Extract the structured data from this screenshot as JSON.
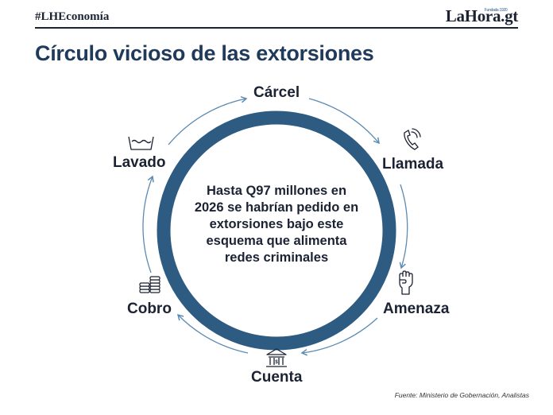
{
  "header": {
    "hashtag": "#LHEconomía",
    "logo": {
      "text_a": "LaH",
      "text_b": "ra.gt",
      "tagline": "Fundada 1920"
    }
  },
  "title": "Círculo vicioso de las extorsiones",
  "center_text": "Hasta Q97 millones en 2026 se habrían pedido en extorsiones bajo este esquema que alimenta redes criminales",
  "nodes": {
    "carcel": {
      "label": "Cárcel"
    },
    "llamada": {
      "label": "Llamada",
      "icon": "phone-icon"
    },
    "amenaza": {
      "label": "Amenaza",
      "icon": "fist-icon"
    },
    "cuenta": {
      "label": "Cuenta",
      "icon": "bank-icon"
    },
    "cobro": {
      "label": "Cobro",
      "icon": "coins-icon"
    },
    "lavado": {
      "label": "Lavado",
      "icon": "washing-basin-icon"
    }
  },
  "source": "Fuente: Ministerio de Gobernación, Analistas",
  "colors": {
    "ring": "#2e5b82",
    "title": "#1f3a5a",
    "text": "#1b2232",
    "arrows": "#5b8ab3"
  }
}
